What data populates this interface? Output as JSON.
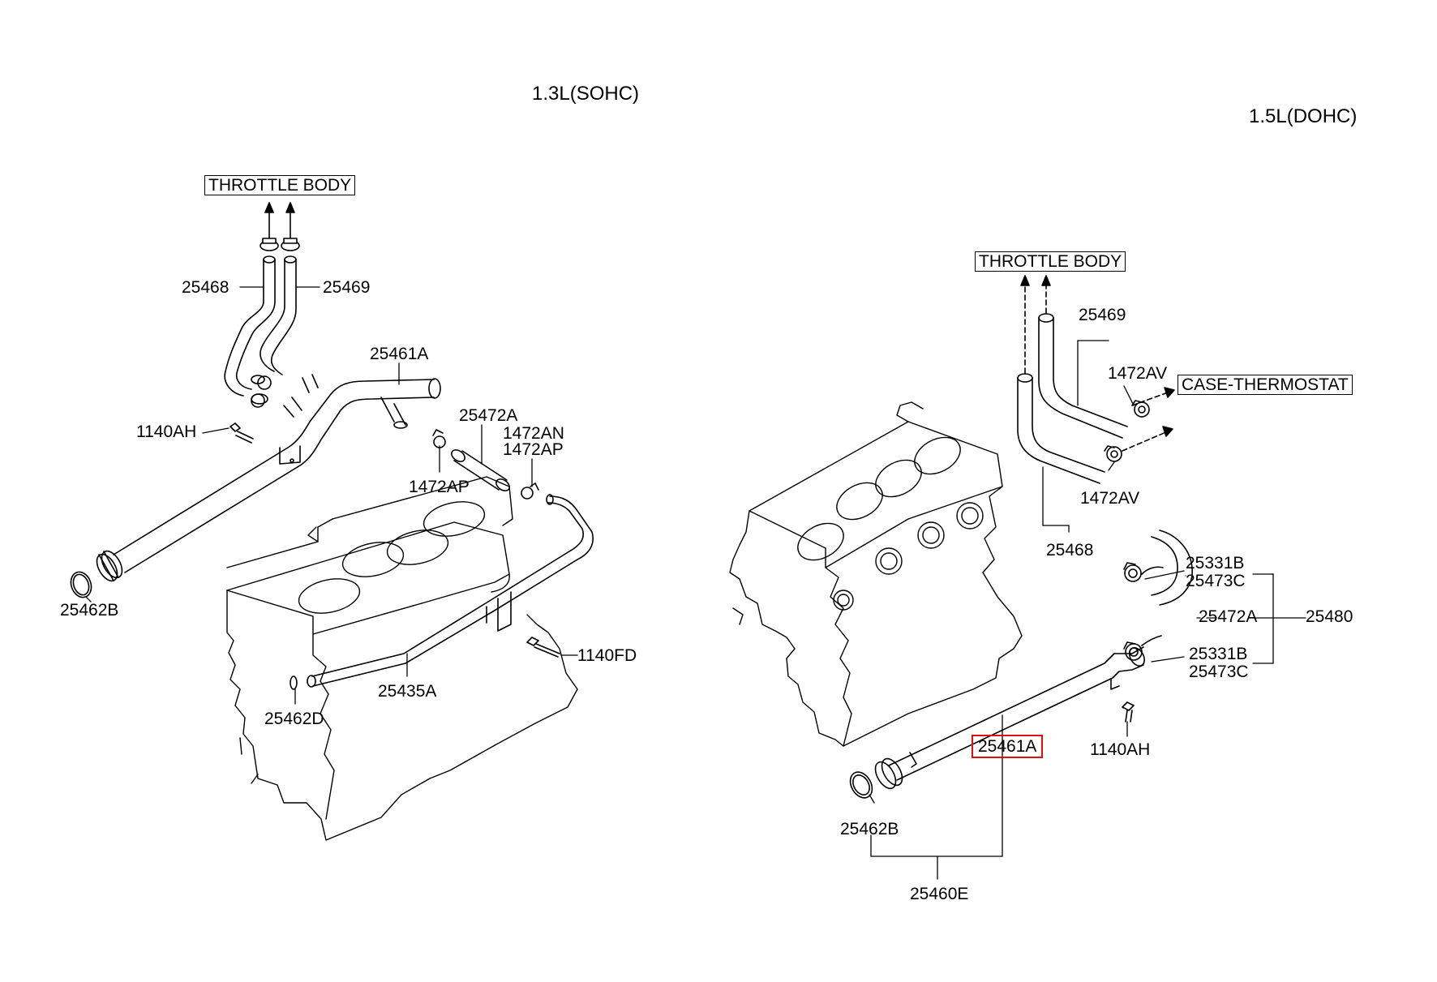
{
  "variants": {
    "sohc": "1.3L(SOHC)",
    "dohc": "1.5L(DOHC)"
  },
  "sohc": {
    "throttle_body": "THROTTLE BODY",
    "parts": {
      "p25468": "25468",
      "p25469": "25469",
      "p25461A": "25461A",
      "p1140AH": "1140AH",
      "p25472A": "25472A",
      "p1472AN": "1472AN",
      "p1472AP_top": "1472AP",
      "p1472AP_left": "1472AP",
      "p25462B": "25462B",
      "p1140FD": "1140FD",
      "p25462D": "25462D",
      "p25435A": "25435A"
    }
  },
  "dohc": {
    "throttle_body": "THROTTLE BODY",
    "case_thermostat": "CASE-THERMOSTAT",
    "parts": {
      "p25469": "25469",
      "p1472AV_top": "1472AV",
      "p1472AV_bottom": "1472AV",
      "p25468": "25468",
      "p25331B_top": "25331B",
      "p25473C_top": "25473C",
      "p25472A": "25472A",
      "p25480": "25480",
      "p25331B_bottom": "25331B",
      "p25473C_bottom": "25473C",
      "p1140AH": "1140AH",
      "p25461A": "25461A",
      "p25462B": "25462B",
      "p25460E": "25460E"
    }
  },
  "highlight_color": "#e01010"
}
